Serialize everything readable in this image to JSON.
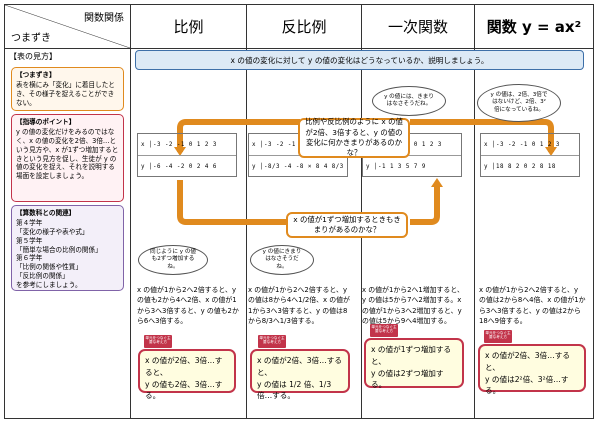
{
  "header": {
    "corner_top": "関数関係",
    "corner_bottom": "つまずき",
    "columns": [
      "比例",
      "反比例",
      "一次関数",
      "関数 y = ax²"
    ]
  },
  "left": {
    "section_title": "【表の見方】",
    "tsumazuki_title": "【つまずき】",
    "tsumazuki_body": "表を横にみ「変化」に着目したとき、その様子を捉えることができない。",
    "point_title": "【指導のポイント】",
    "point_body": "y の値の変化だけをみるのではなく、x の値の変化を2倍、3倍…という見方や、x が1ずつ増加するときという見方を促し、生徒が y の値の変化を捉え、それを説明する場面を設定しましょう。",
    "relation_title": "【算数科との関連】",
    "relation_body": [
      "第４学年",
      "「変化の様子や表や式」",
      "第５学年",
      "「簡単な場合の比例の関係」",
      "第６学年",
      "「比例の関係や性質」",
      "「反比例の関係」",
      "を参考にしましょう。"
    ]
  },
  "banner": "x の値の変化に対して y の値の変化はどうなっているか、説明しましょう。",
  "tables": [
    {
      "xrow": "x │-3 -2 -1 0 1 2 3",
      "yrow": "y │-6 -4 -2 0 2 4 6"
    },
    {
      "xrow": "x │-3 -2 -1 0 1 2 3",
      "yrow": "y │-8/3 -4 -8 × 8 4 8/3"
    },
    {
      "xrow": "x │-3 -2 -1 0 1 2 3",
      "yrow": "y │-1 1 3 5 7 9"
    },
    {
      "xrow": "x │-3 -2 -1 0 1 2 3",
      "yrow": "y │18 8 2 0 2 8 18"
    }
  ],
  "callouts": {
    "top": "比例や反比例のように x の値が2倍、3倍すると、y の値の変化に何かきまりがあるのかな？",
    "bottom": "x の値が1ずつ増加するときもきまりがあるのかな？"
  },
  "clouds": {
    "c1": "y の値には、きまりはなさそうだね。",
    "c2": "y の値は、2倍、3倍ではないけど、2倍、3²倍になっているね。",
    "c3": "同じように y の値も2ずつ増加するね。",
    "c4": "y の値にきまりはなさそうだね。"
  },
  "descriptions": [
    "x の値が1から2へ2倍すると、y の値も2から4へ2倍、x の値が1から3へ3倍すると、y の値も2から6へ3倍する。",
    "x の値が1から2へ2倍すると、y の値は8から4へ1/2倍、x の値が1から3へ3倍すると、y の値は8から8/3へ1/3倍する。",
    "x の値が1から2へ1増加すると、y の値は5から7へ2増加する。x の値が1から3へ2増加すると、y の値は5から9へ4増加する。",
    "x の値が1から2へ2倍すると、y の値は2から8へ4倍、x の値が1から3へ3倍すると、y の値は2から18へ9倍する。"
  ],
  "tag_text": "単元をつなぐ主要な考え方",
  "final_boxes": [
    {
      "l1": "x の値が2倍、3倍…すると、",
      "l2": "y の値も2倍、3倍…する。"
    },
    {
      "l1": "x の値が2倍、3倍…すると、",
      "l2": "y の値は 1/2 倍、1/3 倍…する。"
    },
    {
      "l1": "x の値が1ずつ増加すると、",
      "l2": "y の値は2ずつ増加する。"
    },
    {
      "l1": "x の値が2倍、3倍…すると、",
      "l2": "y の値は2²倍、3²倍…する。"
    }
  ],
  "colors": {
    "orange": "#e08a1e",
    "red": "#c2344a",
    "purple": "#8063a8",
    "blue": "#3d6fa8"
  }
}
